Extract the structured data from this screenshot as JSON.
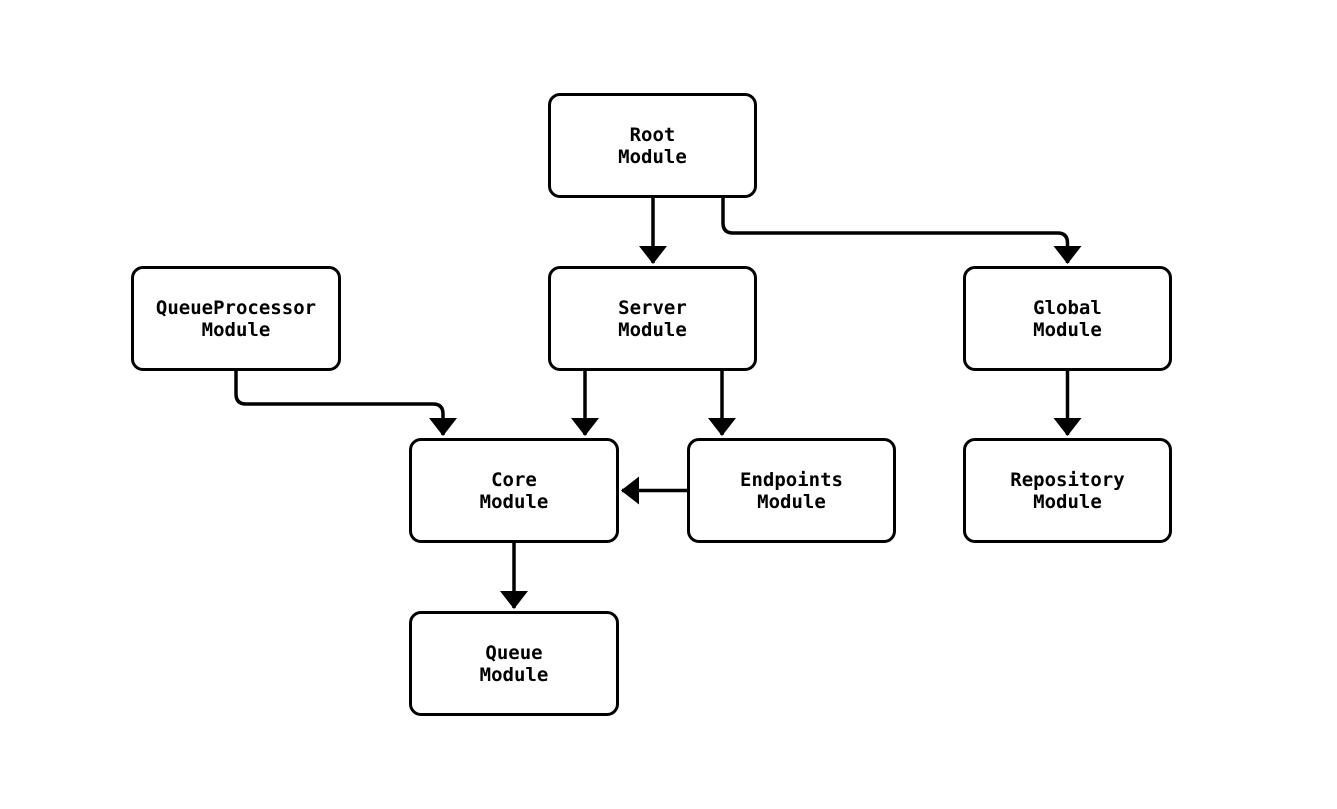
{
  "background_color": "#ffffff",
  "diagram": {
    "type": "flowchart",
    "direction": "top-down",
    "node_fill": "#ffffff",
    "node_border_color": "#000000",
    "node_text_color": "#000000",
    "edge_color": "#000000",
    "nodes": [
      {
        "id": "root",
        "line1": "Root",
        "line2": "Module"
      },
      {
        "id": "queueprocessor",
        "line1": "QueueProcessor",
        "line2": "Module"
      },
      {
        "id": "server",
        "line1": "Server",
        "line2": "Module"
      },
      {
        "id": "global",
        "line1": "Global",
        "line2": "Module"
      },
      {
        "id": "core",
        "line1": "Core",
        "line2": "Module"
      },
      {
        "id": "endpoints",
        "line1": "Endpoints",
        "line2": "Module"
      },
      {
        "id": "repository",
        "line1": "Repository",
        "line2": "Module"
      },
      {
        "id": "queue",
        "line1": "Queue",
        "line2": "Module"
      }
    ],
    "edges": [
      {
        "from": "Root Module",
        "to": "Server Module"
      },
      {
        "from": "Root Module",
        "to": "Global Module"
      },
      {
        "from": "QueueProcessor Module",
        "to": "Core Module"
      },
      {
        "from": "Server Module",
        "to": "Core Module"
      },
      {
        "from": "Server Module",
        "to": "Endpoints Module"
      },
      {
        "from": "Endpoints Module",
        "to": "Core Module"
      },
      {
        "from": "Global Module",
        "to": "Repository Module"
      },
      {
        "from": "Core Module",
        "to": "Queue Module"
      }
    ]
  }
}
